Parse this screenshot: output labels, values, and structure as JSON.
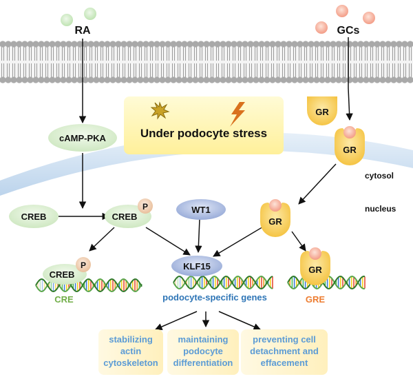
{
  "ligands": {
    "ra": "RA",
    "gcs": "GCs"
  },
  "stress": {
    "label": "Under podocyte stress"
  },
  "pathway": {
    "camp_pka": "cAMP-PKA",
    "creb": "CREB",
    "phospho": "P",
    "gr": "GR",
    "wt1": "WT1",
    "klf15": "KLF15"
  },
  "compartments": {
    "cytosol": "cytosol",
    "nucleus": "nucleus"
  },
  "dna_elements": {
    "cre": "CRE",
    "podocyte_genes": "podocyte-specific genes",
    "gre": "GRE"
  },
  "outcomes": {
    "cytoskeleton": [
      "stabilizing",
      "actin",
      "cytoskeleton"
    ],
    "differentiation": [
      "maintaining",
      "podocyte",
      "differentiation"
    ],
    "detachment": [
      "preventing cell",
      "detachment and",
      "effacement"
    ]
  },
  "colors": {
    "lipid_head": "#a9a9a9",
    "ra_molecule": "#cdebc6",
    "gcs_molecule": "#f7a88e",
    "green_node": "#dcefd2",
    "gr_receptor": "#f8d060",
    "phospho": "#f3d5b5",
    "wt1": "#9eb4da",
    "klf15": "#a7b4e0",
    "nucleus_band": "#c9dcef",
    "stress_box": "#fff6b0",
    "outcome_box": "#fff3c4",
    "outcome_text": "#5b9bd5",
    "cre_text": "#70ad47",
    "gre_text": "#ed7d31",
    "gene_text": "#2e75b6"
  },
  "icons": [
    "splat-icon",
    "lightning-icon"
  ]
}
